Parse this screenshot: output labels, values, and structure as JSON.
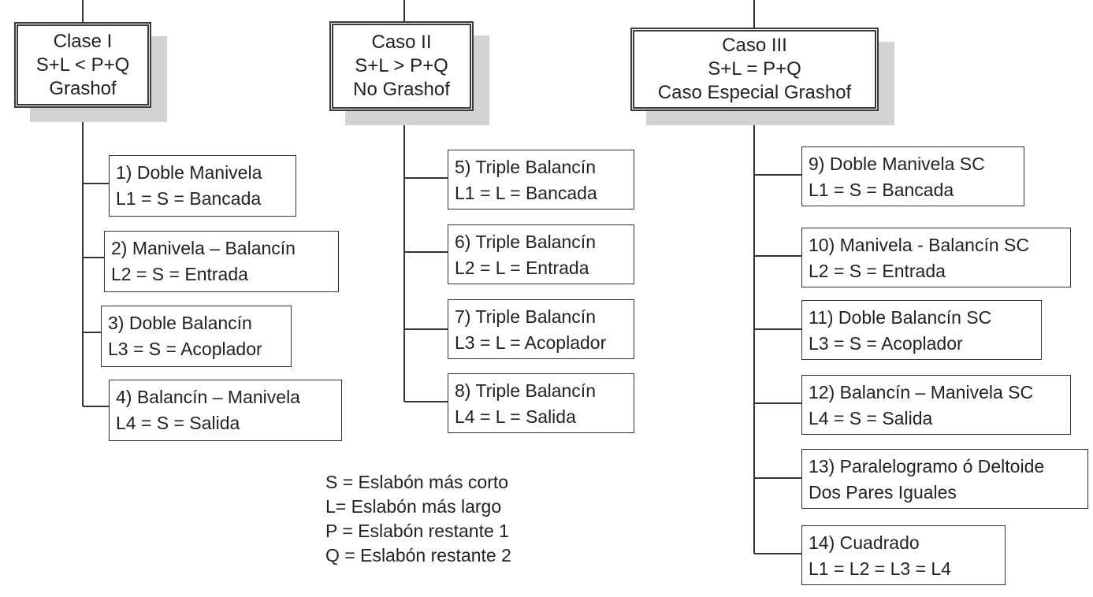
{
  "columns": [
    {
      "header": [
        "Clase I",
        "S+L < P+Q",
        "Grashof"
      ],
      "items": [
        [
          "1) Doble Manivela",
          "L1 = S = Bancada"
        ],
        [
          "2) Manivela – Balancín",
          "L2 = S = Entrada"
        ],
        [
          "3) Doble Balancín",
          "L3 = S = Acoplador"
        ],
        [
          "4) Balancín – Manivela",
          "L4 = S = Salida"
        ]
      ]
    },
    {
      "header": [
        "Caso II",
        "S+L > P+Q",
        "No Grashof"
      ],
      "items": [
        [
          "5) Triple Balancín",
          "L1 = L = Bancada"
        ],
        [
          "6) Triple  Balancín",
          "L2 = L = Entrada"
        ],
        [
          "7) Triple Balancín",
          "L3 = L = Acoplador"
        ],
        [
          "8) Triple Balancín",
          "L4 = L = Salida"
        ]
      ]
    },
    {
      "header": [
        "Caso III",
        "S+L = P+Q",
        "Caso Especial Grashof"
      ],
      "items": [
        [
          "9) Doble Manivela SC",
          "L1 = S = Bancada"
        ],
        [
          "10) Manivela - Balancín SC",
          "L2 = S = Entrada"
        ],
        [
          "11) Doble Balancín SC",
          "L3 = S = Acoplador"
        ],
        [
          "12) Balancín – Manivela SC",
          "L4 = S = Salida"
        ],
        [
          "13) Paralelogramo ó Deltoide",
          "Dos Pares Iguales"
        ],
        [
          "14) Cuadrado",
          "L1 = L2 = L3 = L4"
        ]
      ]
    }
  ],
  "legend": [
    "S = Eslabón más corto",
    "L= Eslabón más largo",
    "P = Eslabón restante 1",
    "Q = Eslabón restante 2"
  ]
}
